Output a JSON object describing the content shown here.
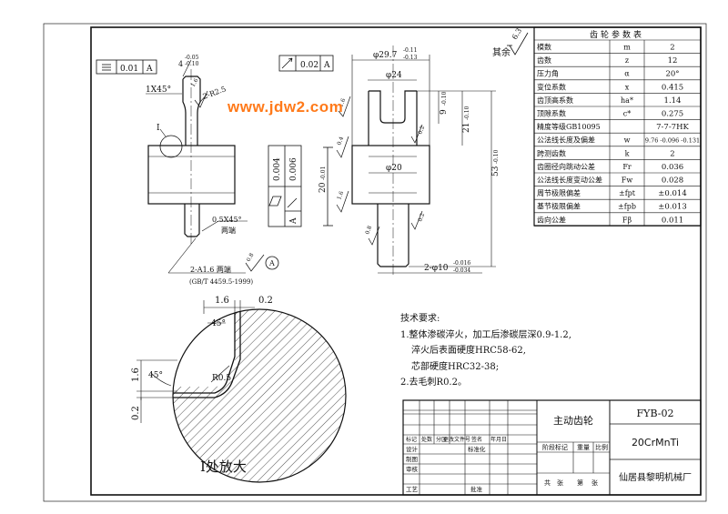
{
  "watermark": "www.jdw2.com",
  "gear_table": {
    "title": "齿轮参数表",
    "rows": [
      [
        "模数",
        "m",
        "2"
      ],
      [
        "齿数",
        "z",
        "12"
      ],
      [
        "压力角",
        "α",
        "20°"
      ],
      [
        "变位系数",
        "x",
        "0.415"
      ],
      [
        "齿顶高系数",
        "ha*",
        "1.14"
      ],
      [
        "顶隙系数",
        "c*",
        "0.275"
      ],
      [
        "精度等级GB10095",
        "",
        "7-7-7HK"
      ],
      [
        "公法线长度及偏差",
        "w",
        "9.76 -0.096 -0.131"
      ],
      [
        "跨测齿数",
        "k",
        "2"
      ],
      [
        "齿圈径向跳动公差",
        "Fr",
        "0.036"
      ],
      [
        "公法线长度变动公差",
        "Fw",
        "0.028"
      ],
      [
        "周节极限偏差",
        "±fpt",
        "±0.014"
      ],
      [
        "基节极限偏差",
        "±fpb",
        "±0.013"
      ],
      [
        "齿向公差",
        "Fβ",
        "0.011"
      ]
    ]
  },
  "roughness_other": {
    "label": "其余",
    "value": "6.3"
  },
  "left_view": {
    "frame_value": "0.01",
    "frame_datum": "A",
    "chamfer_top": "1X45°",
    "dim_top_small": "4",
    "dim_top_tol_upper": "-0.05",
    "dim_top_tol_lower": "-0.10",
    "roughness_1": "1.6",
    "radius": "2-R2.5",
    "detail_mark": "I",
    "chamfer_bottom": "0.5X45°",
    "both_ends": "两端",
    "center_hole": "2-A1.6 两端",
    "standard": "(GB/T 4459.5-1999)",
    "roughness_2": "0.8",
    "datum_circle": "A"
  },
  "middle_view": {
    "frame_value": "0.02",
    "frame_datum": "A",
    "frame_vert_value1": "0.004",
    "frame_vert_value2": "0.006",
    "frame_vert_datum": "A",
    "dim_20": "20",
    "dim_20_tol": "-0.01",
    "roughness_16": "1.6",
    "roughness_04": "0.4"
  },
  "right_view": {
    "dia_outer": "φ29.7",
    "dia_outer_tol_upper": "-0.11",
    "dia_outer_tol_lower": "-0.13",
    "dia_24": "φ24",
    "dia_20": "φ20",
    "dim_9": "9",
    "dim_9_tol": "-0.10",
    "dim_21": "21",
    "dim_21_tol": "-0.10",
    "dim_53": "53",
    "dim_53_tol": "-0.10",
    "roughness_a": "1.6",
    "roughness_b": "0.2",
    "roughness_c": "0.8",
    "roughness_d": "0.2",
    "dia_10": "2-φ10",
    "dia_10_tol_upper": "-0.016",
    "dia_10_tol_lower": "-0.034"
  },
  "detail_view": {
    "dim_16": "1.6",
    "dim_02": "0.2",
    "angle_top": "45°",
    "angle_left": "45°",
    "radius": "R0.5",
    "dim_vert_16": "1.6",
    "dim_vert_02": "0.2",
    "caption": "I处放大"
  },
  "notes": {
    "title": "技术要求:",
    "lines": [
      "1.整体渗碳淬火，加工后渗碳层深0.9-1.2,",
      "淬火后表面硬度HRC58-62,",
      "芯部硬度HRC32-38;",
      "2.去毛刺R0.2。"
    ]
  },
  "title_block": {
    "part_name": "主动齿轮",
    "drawing_no": "FYB-02",
    "material": "20CrMnTi",
    "company": "仙居县黎明机械厂",
    "col_heads": [
      "标记",
      "处数",
      "分区",
      "更改文件号",
      "签名",
      "年月日"
    ],
    "rows": [
      "设计",
      "制图",
      "审核",
      "工艺"
    ],
    "std": "标准化",
    "approve": "批准",
    "stage": "阶段标记",
    "weight": "重量",
    "scale": "比例",
    "total": "共",
    "sheets": "张",
    "page": "第",
    "sheet2": "张"
  }
}
